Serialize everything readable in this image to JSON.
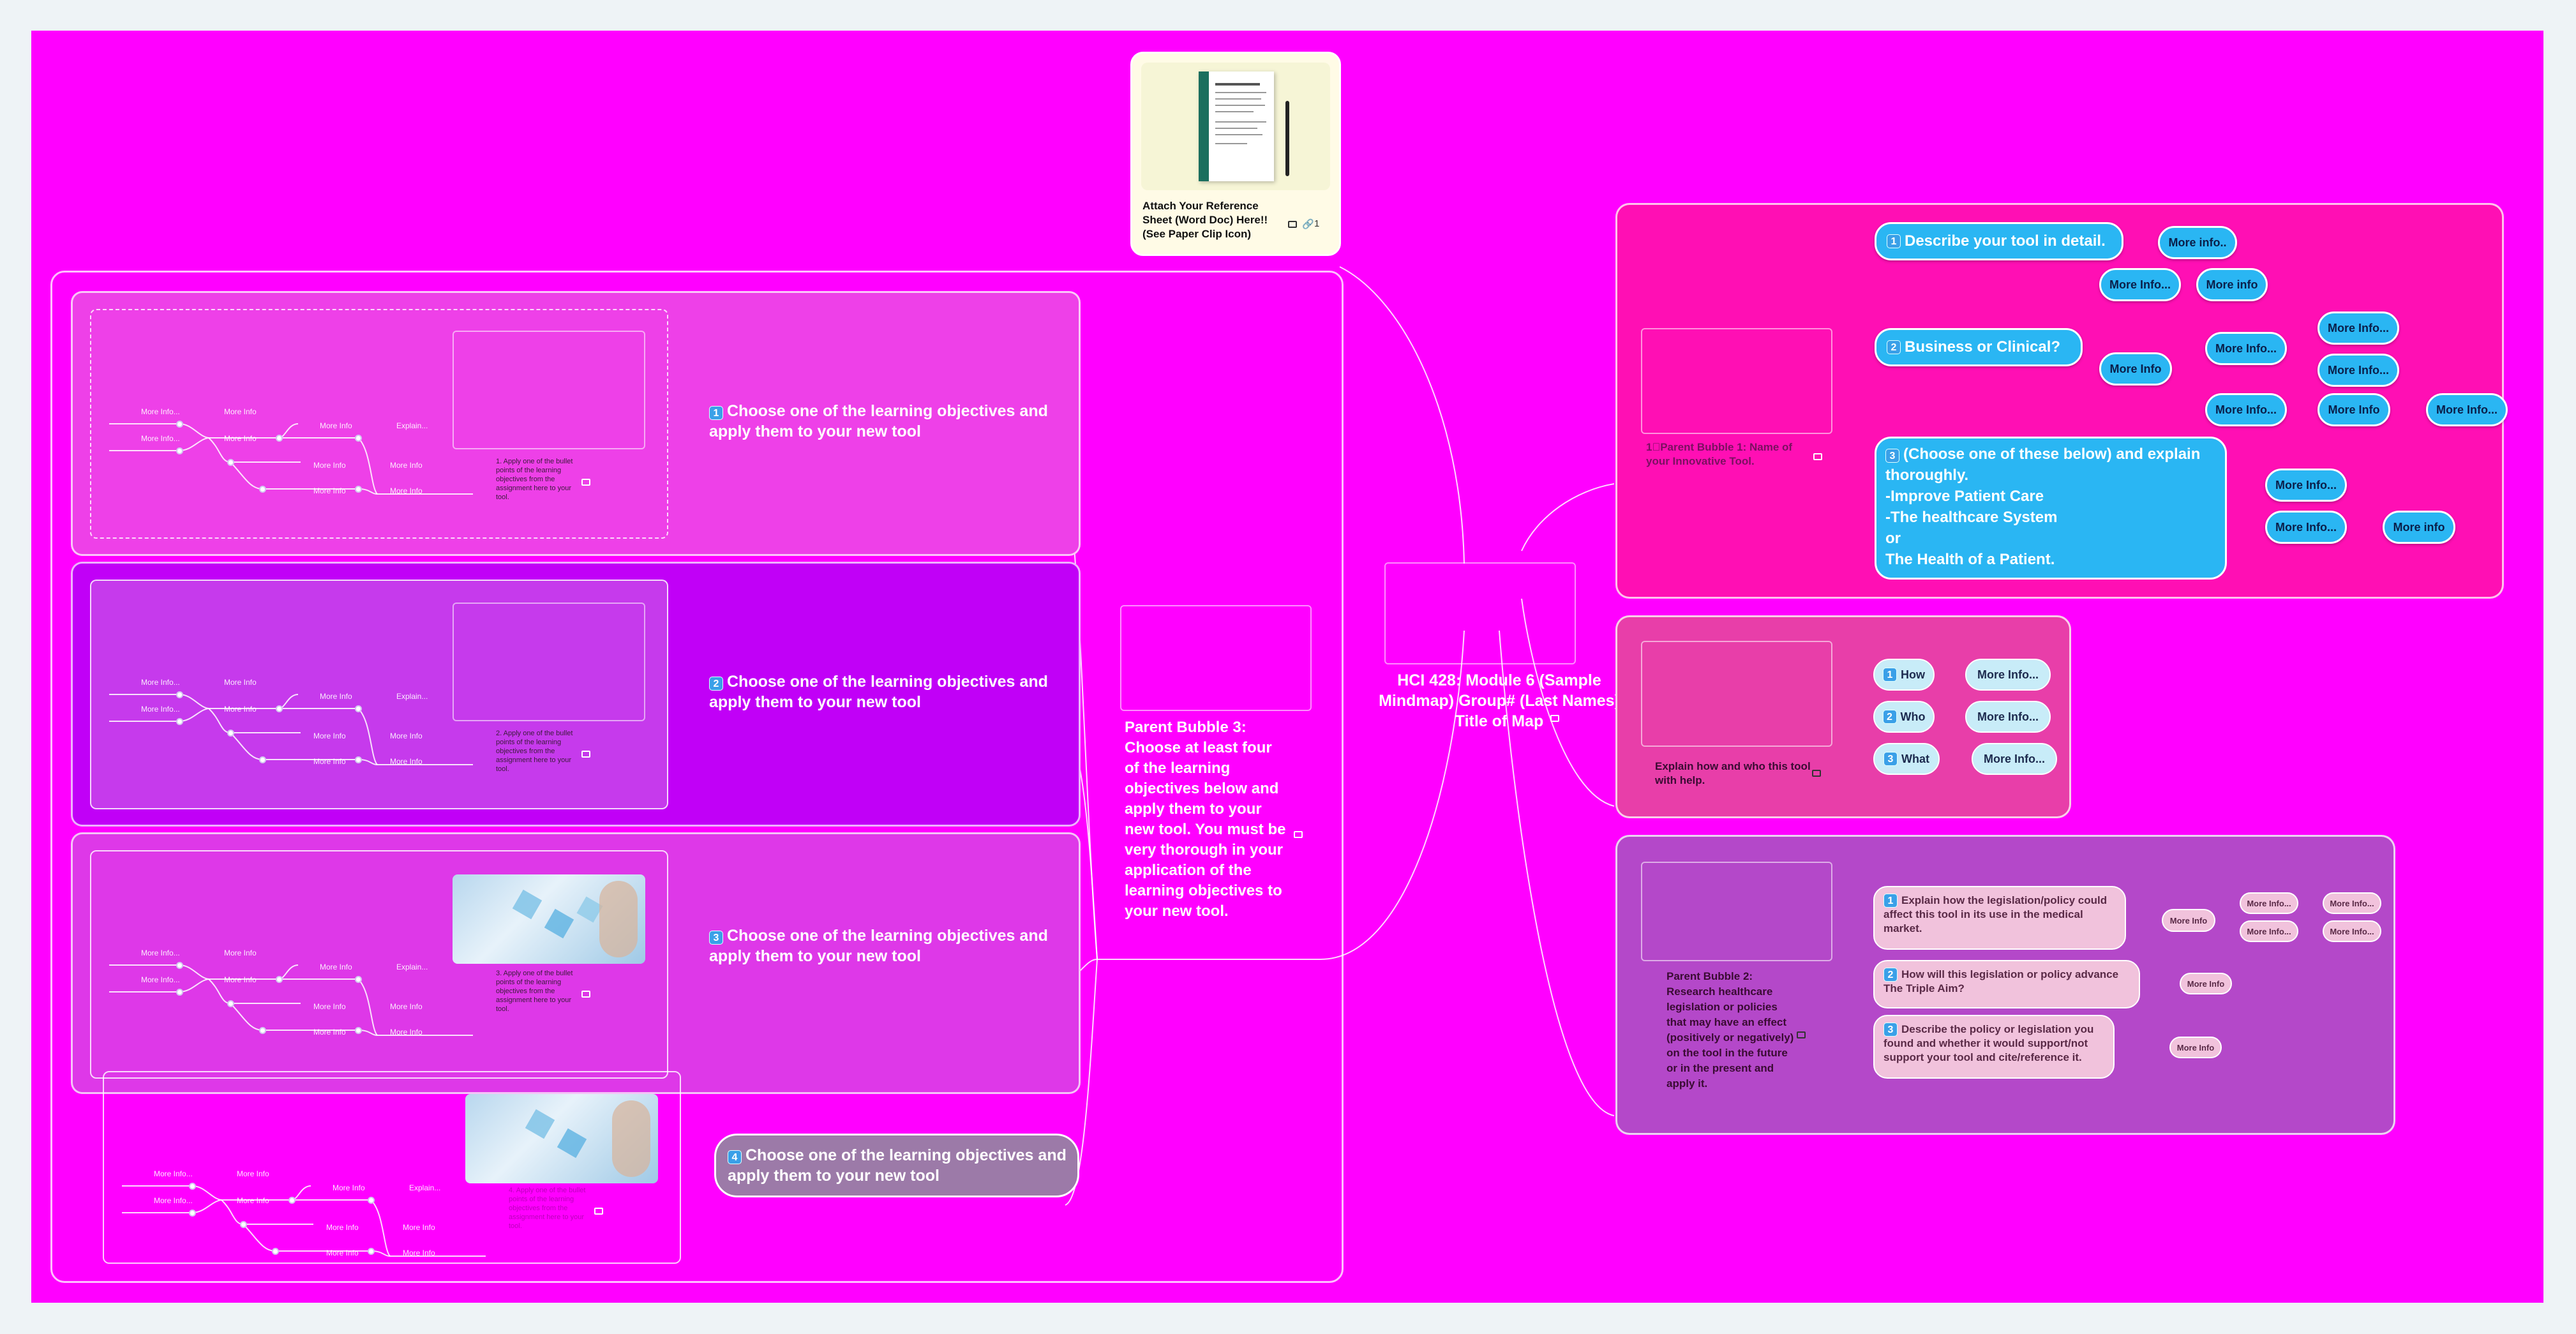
{
  "colors": {
    "canvas": "#ff00ff",
    "frame_bg": "#eef3f6",
    "region_right_1": "#ff0fb4",
    "region_right_2": "#e83ea9",
    "region_right_3": "#b448c9",
    "panel_lo_1": "#ee40e8",
    "panel_lo_2": "#c100f7",
    "panel_lo_3": "#de38e8",
    "pill_blue": "#2ab6f3",
    "pill_ice": "#c8ecf8",
    "pill_pink": "#f1c2dc",
    "lo4_pill": "#9c7aa8"
  },
  "central": {
    "title": "HCI 428: Module 6 (Sample Mindmap) Group# (Last Names) Title of Map"
  },
  "reference": {
    "label": "Attach Your Reference Sheet (Word Doc) Here!! (See Paper Clip Icon)",
    "attachment_count": "1",
    "icons": [
      "image-icon",
      "paperclip-icon"
    ]
  },
  "parent1": {
    "title": "1⃣Parent Bubble 1: Name of your Innovative Tool.",
    "q1": "Describe your tool in detail.",
    "q2": "Business or Clinical?",
    "q3": "(Choose one of these below) and explain thoroughly.\n-Improve Patient Care\n-The healthcare System\nor\nThe Health of a Patient.",
    "more": [
      "More info..",
      "More Info...",
      "More info",
      "More Info",
      "More Info...",
      "More Info...",
      "More Info...",
      "More Info...",
      "More Info",
      "More Info...",
      "More Info...",
      "More info"
    ]
  },
  "explain": {
    "title": "Explain how and who this tool with help.",
    "items": [
      {
        "num": "1",
        "label": "How",
        "more": "More Info..."
      },
      {
        "num": "2",
        "label": "Who",
        "more": "More Info..."
      },
      {
        "num": "3",
        "label": "What",
        "more": "More Info..."
      }
    ]
  },
  "parent2": {
    "title": "Parent Bubble 2: Research healthcare legislation or policies that may have an effect (positively or negatively) on the tool in the future or in the present and apply it.",
    "items": [
      "Explain how the legislation/policy could affect this tool in its use in the medical market.",
      "How will this legislation or policy advance The Triple Aim?",
      "Describe the policy or legislation you found and whether it would support/not support your tool and cite/reference it."
    ],
    "more": [
      "More Info",
      "More Info...",
      "More Info...",
      "More Info...",
      "More Info...",
      "More Info",
      "More Info"
    ]
  },
  "parent3": {
    "title": "Parent Bubble 3: Choose at least four of the learning objectives below and apply them to your new tool. You must be very thorough in your application of the learning objectives to your new tool."
  },
  "objectives": [
    {
      "num": "1",
      "label": "Choose one of the learning objectives and apply them to your new tool",
      "caption": "1. Apply one of the bullet points of the learning objectives from the assignment here to your tool."
    },
    {
      "num": "2",
      "label": "Choose one of the learning objectives and apply them to your new tool",
      "caption": "2. Apply one of the bullet points of the learning objectives from the assignment here to your tool."
    },
    {
      "num": "3",
      "label": "Choose one of the learning objectives and apply them to your new tool",
      "caption": "3. Apply one of the bullet points of the learning objectives from the assignment here to your tool."
    },
    {
      "num": "4",
      "label": "Choose one of the learning objectives and apply them to your new tool",
      "caption": "4. Apply one of the bullet points of the learning objectives from the assignment here to your tool."
    }
  ],
  "mini_map": {
    "more_info": "More Info...",
    "more_info_short": "More Info",
    "more_info_num": "More Info",
    "explain": "Explain..."
  }
}
